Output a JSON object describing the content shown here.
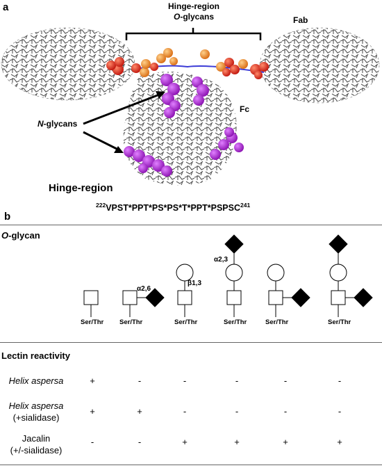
{
  "panel_a": {
    "label": "a",
    "hinge_title_line1": "Hinge-region",
    "hinge_title_line2": "O",
    "hinge_title_line2_rest": "-glycans",
    "fab_label": "Fab",
    "fc_label": "Fc",
    "n_glycans_italic": "N",
    "n_glycans_rest": "-glycans",
    "hinge_region": "Hinge-region",
    "sequence": {
      "start_num": "222",
      "residues": "VPST*PPT*PS*PS*T*PPT*PSPSC",
      "end_num": "241"
    },
    "colors": {
      "protein": "#4d4d4d",
      "o_glycan_red": "#e0241b",
      "o_glycan_orange": "#f28c1e",
      "n_glycan": "#a020c8",
      "linker": "#3b3bd6"
    }
  },
  "panel_b": {
    "label": "b",
    "o_glycan_italic": "O",
    "o_glycan_rest": "-glycan",
    "linkage_a26": "α2,6",
    "linkage_b13": "β1,3",
    "linkage_a23": "α2,3",
    "residue": "Ser/Thr",
    "lectin_title": "Lectin reactivity",
    "rows": [
      {
        "name": "Helix aspersa",
        "italic": true,
        "sub": "",
        "values": [
          "+",
          "-",
          "-",
          "-",
          "-",
          "-"
        ]
      },
      {
        "name": "Helix aspersa",
        "italic": true,
        "sub": "(+sialidase)",
        "values": [
          "+",
          "+",
          "-",
          "-",
          "-",
          "-"
        ]
      },
      {
        "name": "Jacalin",
        "italic": false,
        "sub": "(+/-sialidase)",
        "values": [
          "-",
          "-",
          "+",
          "+",
          "+",
          "+"
        ]
      }
    ]
  }
}
